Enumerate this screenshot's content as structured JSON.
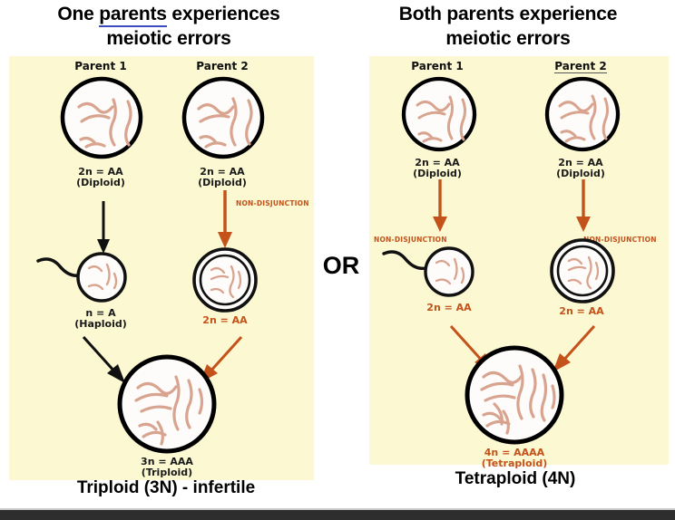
{
  "headings": {
    "left_line1_pre": "One ",
    "left_line1_spell": "parents",
    "left_line1_post": " experiences",
    "left_line2": "meiotic errors",
    "right_line1": "Both parents experience",
    "right_line2": "meiotic errors"
  },
  "divider": {
    "label": "OR"
  },
  "captions": {
    "left": "Triploid (3N) - infertile",
    "right": "Tetraploid (4N)"
  },
  "colors": {
    "panel_background": "#fbf8d2",
    "page_background": "#ffffff",
    "cell_fill": "#fdfcfa",
    "cell_outline": "#000000",
    "chromosome": "#d9a48f",
    "accent_orange": "#c4521b",
    "spellcheck_underline": "#3b4cc0",
    "bottom_bar": "#2e2e2e"
  },
  "left_panel": {
    "parent1": {
      "title": "Parent 1",
      "label": "2n = AA\n(Diploid)"
    },
    "parent2": {
      "title": "Parent 2",
      "label": "2n = AA\n(Diploid)"
    },
    "nondisjunction_label": "NON-DISJUNCTION",
    "gamete_sperm": {
      "label": "n = A\n(Haploid)"
    },
    "gamete_egg": {
      "label": "2n = AA"
    },
    "zygote": {
      "label": "3n = AAA\n(Triploid)"
    }
  },
  "right_panel": {
    "parent1": {
      "title": "Parent 1",
      "label": "2n = AA\n(Diploid)"
    },
    "parent2": {
      "title": "Parent 2",
      "label": "2n = AA\n(Diploid)"
    },
    "nondisjunction_label_left": "NON-DISJUNCTION",
    "nondisjunction_label_right": "NON-DISJUNCTION",
    "gamete_sperm": {
      "label": "2n = AA"
    },
    "gamete_egg": {
      "label": "2n = AA"
    },
    "zygote": {
      "label": "4n = AAAA\n(Tetraploid)"
    }
  }
}
